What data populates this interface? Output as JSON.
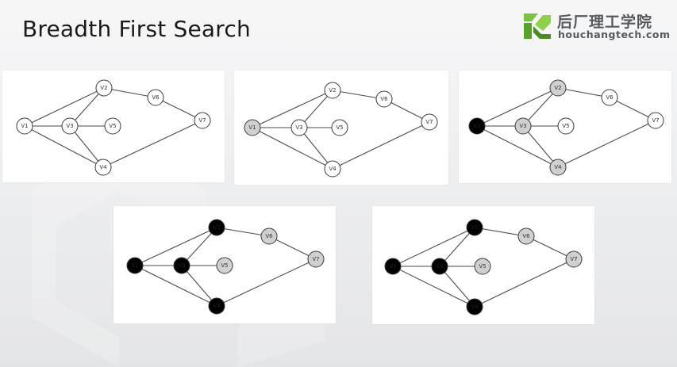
{
  "title": "Breadth First Search",
  "logo": {
    "cn": "后厂理工学院",
    "en": "houchangtech.com"
  },
  "graph": {
    "nodes": [
      {
        "id": "V1",
        "label": "V1"
      },
      {
        "id": "V2",
        "label": "V2"
      },
      {
        "id": "V3",
        "label": "V3"
      },
      {
        "id": "V4",
        "label": "V4"
      },
      {
        "id": "V5",
        "label": "V5"
      },
      {
        "id": "V6",
        "label": "V6"
      },
      {
        "id": "V7",
        "label": "V7"
      }
    ],
    "edges": [
      [
        "V1",
        "V2"
      ],
      [
        "V1",
        "V3"
      ],
      [
        "V1",
        "V4"
      ],
      [
        "V2",
        "V3"
      ],
      [
        "V3",
        "V4"
      ],
      [
        "V3",
        "V5"
      ],
      [
        "V2",
        "V6"
      ],
      [
        "V6",
        "V7"
      ],
      [
        "V4",
        "V7"
      ]
    ]
  },
  "colors": {
    "unvisited": "#ffffff",
    "discovered": "#d0d0d0",
    "visited": "#000000"
  },
  "steps": [
    {
      "name": "step-1",
      "states": {
        "V1": "unvisited",
        "V2": "unvisited",
        "V3": "unvisited",
        "V4": "unvisited",
        "V5": "unvisited",
        "V6": "unvisited",
        "V7": "unvisited"
      }
    },
    {
      "name": "step-2",
      "states": {
        "V1": "discovered",
        "V2": "unvisited",
        "V3": "unvisited",
        "V4": "unvisited",
        "V5": "unvisited",
        "V6": "unvisited",
        "V7": "unvisited"
      }
    },
    {
      "name": "step-3",
      "states": {
        "V1": "visited",
        "V2": "discovered",
        "V3": "discovered",
        "V4": "discovered",
        "V5": "unvisited",
        "V6": "unvisited",
        "V7": "unvisited"
      }
    },
    {
      "name": "step-4",
      "states": {
        "V1": "visited",
        "V2": "visited",
        "V3": "visited",
        "V4": "visited",
        "V5": "discovered",
        "V6": "discovered",
        "V7": "discovered"
      }
    },
    {
      "name": "step-5",
      "states": {
        "V1": "visited",
        "V2": "visited",
        "V3": "visited",
        "V4": "visited",
        "V5": "discovered",
        "V6": "discovered",
        "V7": "discovered"
      }
    }
  ]
}
